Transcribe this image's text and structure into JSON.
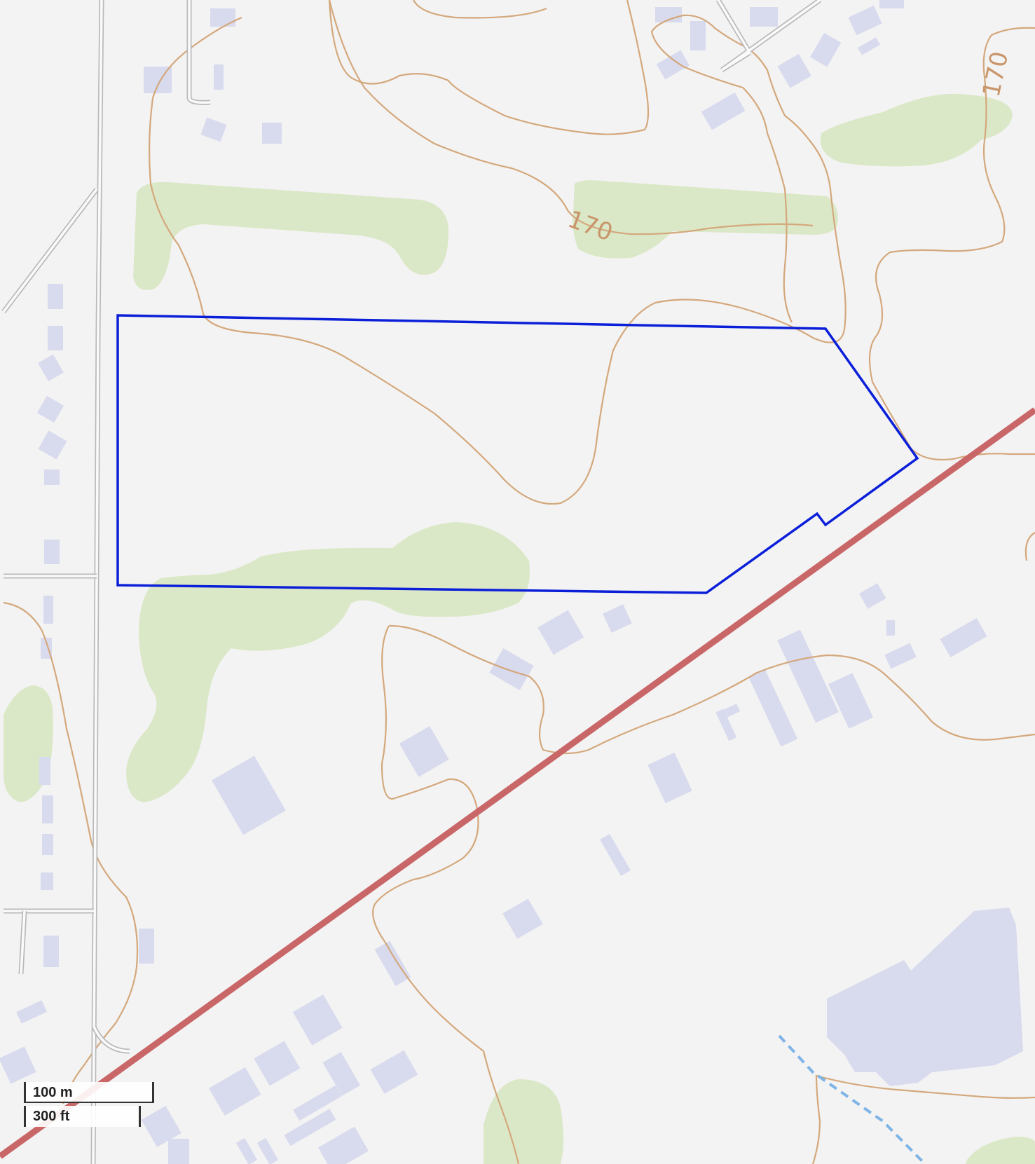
{
  "map": {
    "contour_labels": [
      "170",
      "170"
    ],
    "colors": {
      "background": "#f3f3f3",
      "contour": "#d4a87c",
      "building": "#d8daee",
      "woods": "#dbe8c7",
      "rail": "#c96667",
      "parcel_outline": "#0b1fd9",
      "stream": "#7fb4e6"
    }
  },
  "scale": {
    "metric_label": "100 m",
    "imperial_label": "300 ft"
  }
}
